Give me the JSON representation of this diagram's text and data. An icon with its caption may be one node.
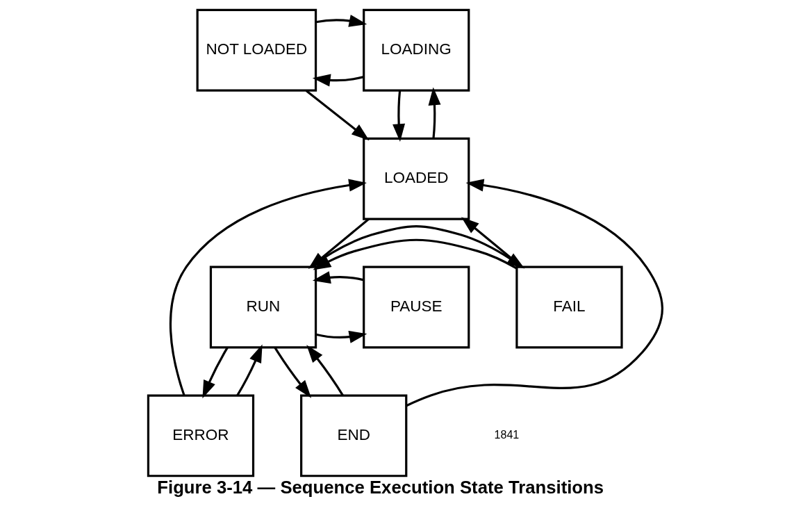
{
  "diagram": {
    "caption": "Figure 3-14 — Sequence Execution State Transitions",
    "nodes": [
      {
        "text": [
          "NOT LOADED"
        ]
      },
      {
        "text": [
          "LOADING"
        ]
      },
      {
        "text": [
          "LOADED"
        ]
      },
      {
        "text": [
          "FAIL"
        ]
      },
      {
        "text": [
          "RUN"
        ]
      },
      {
        "text": [
          "PAUSE"
        ]
      },
      {
        "text": [
          "ERROR"
        ]
      },
      {
        "text": [
          "END"
        ]
      }
    ],
    "edges": [
      {
        "from": 1,
        "to": 0,
        "arrow": "to"
      },
      {
        "from": 0,
        "to": 1,
        "arrow": "to"
      },
      {
        "from": 0,
        "to": 2,
        "arrow": "to"
      },
      {
        "from": 1,
        "to": 2,
        "arrow": "to"
      },
      {
        "from": 2,
        "to": 1,
        "arrow": "to"
      },
      {
        "from": 2,
        "to": 4,
        "arrow": "to"
      },
      {
        "from": 3,
        "to": 4,
        "arrow": "to"
      },
      {
        "from": 4,
        "to": 3,
        "arrow": "to"
      },
      {
        "from": 3,
        "to": 2,
        "arrow": "to"
      },
      {
        "from": 4,
        "to": 5,
        "arrow": "to"
      },
      {
        "from": 5,
        "to": 4,
        "arrow": "to"
      },
      {
        "from": 6,
        "to": 4,
        "arrow": "to"
      },
      {
        "from": 4,
        "to": 6,
        "arrow": "to"
      },
      {
        "from": 6,
        "to": 2,
        "arrow": "to"
      },
      {
        "from": 4,
        "to": 7,
        "arrow": "to"
      },
      {
        "from": 7,
        "to": 4,
        "arrow": "to"
      },
      {
        "from": 7,
        "to": 2,
        "arrow": "to"
      }
    ],
    "labels": [
      "1841"
    ]
  }
}
